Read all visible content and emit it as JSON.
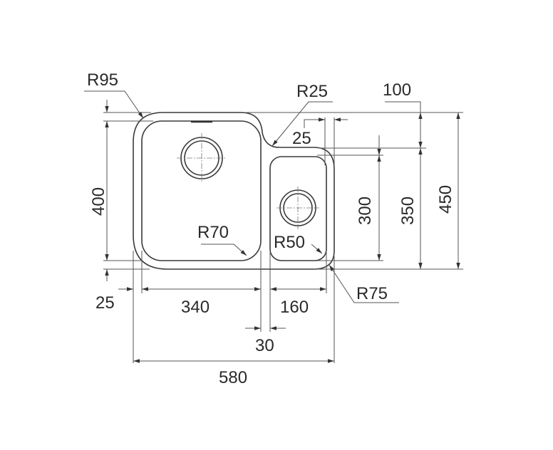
{
  "drawing": {
    "title": "Double bowl undermount sink dimensions",
    "labels": {
      "r95": "R95",
      "r25": "R25",
      "r70": "R70",
      "r50": "R50",
      "r75": "R75",
      "d100": "100",
      "d25_top": "25",
      "d400": "400",
      "d300": "300",
      "d350": "350",
      "d450": "450",
      "d25_bottom": "25",
      "d340": "340",
      "d160": "160",
      "d30": "30",
      "d580": "580"
    },
    "colors": {
      "line": "#3a3a3a",
      "text": "#2a2a2a"
    }
  }
}
